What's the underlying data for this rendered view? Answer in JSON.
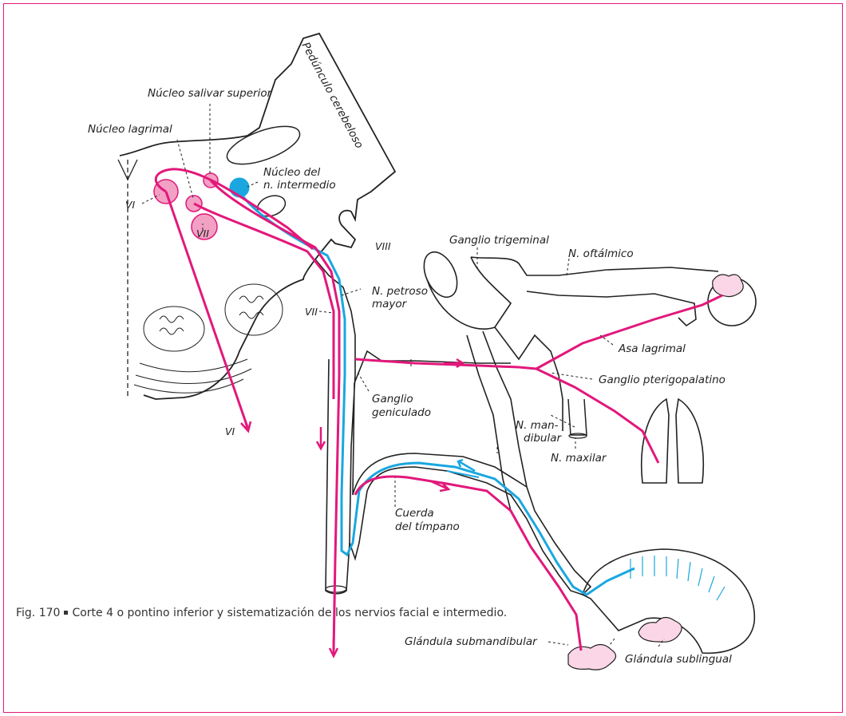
{
  "colors": {
    "frame": "#e2187b",
    "parasympathetic": "#e2187b",
    "sensory": "#1aa7e0",
    "outline": "#222222"
  },
  "labels": {
    "nucleo_salivar_superior": "Núcleo salivar superior",
    "nucleo_lagrimal": "Núcleo lagrimal",
    "pedunculo_cerebeloso": "Pedúnculo cerebeloso",
    "nucleo_del": "Núcleo del",
    "n_intermedio": "n. intermedio",
    "vi_top": "VI",
    "vii_top": "VII",
    "viii": "VIII",
    "vii_mid": "VII",
    "n_petroso": "N. petroso",
    "mayor": "mayor",
    "ganglio_trigeminal": "Ganglio trigeminal",
    "n_oftalmico": "N. oftálmico",
    "asa_lagrimal": "Asa lagrimal",
    "ganglio_pterigopalatino": "Ganglio pterigopalatino",
    "ganglio": "Ganglio",
    "geniculado": "geniculado",
    "n_man": "N. man-",
    "dibular": "dibular",
    "n_maxilar": "N. maxilar",
    "vi_bottom": "VI",
    "cuerda": "Cuerda",
    "del_timpano": "del tímpano",
    "glandula_submandibular": "Glándula submandibular",
    "glandula_sublingual": "Glándula sublingual"
  },
  "caption": {
    "fig": "Fig. 170",
    "text": "Corte 4 o pontino inferior y sistematización de los nervios facial e intermedio."
  }
}
